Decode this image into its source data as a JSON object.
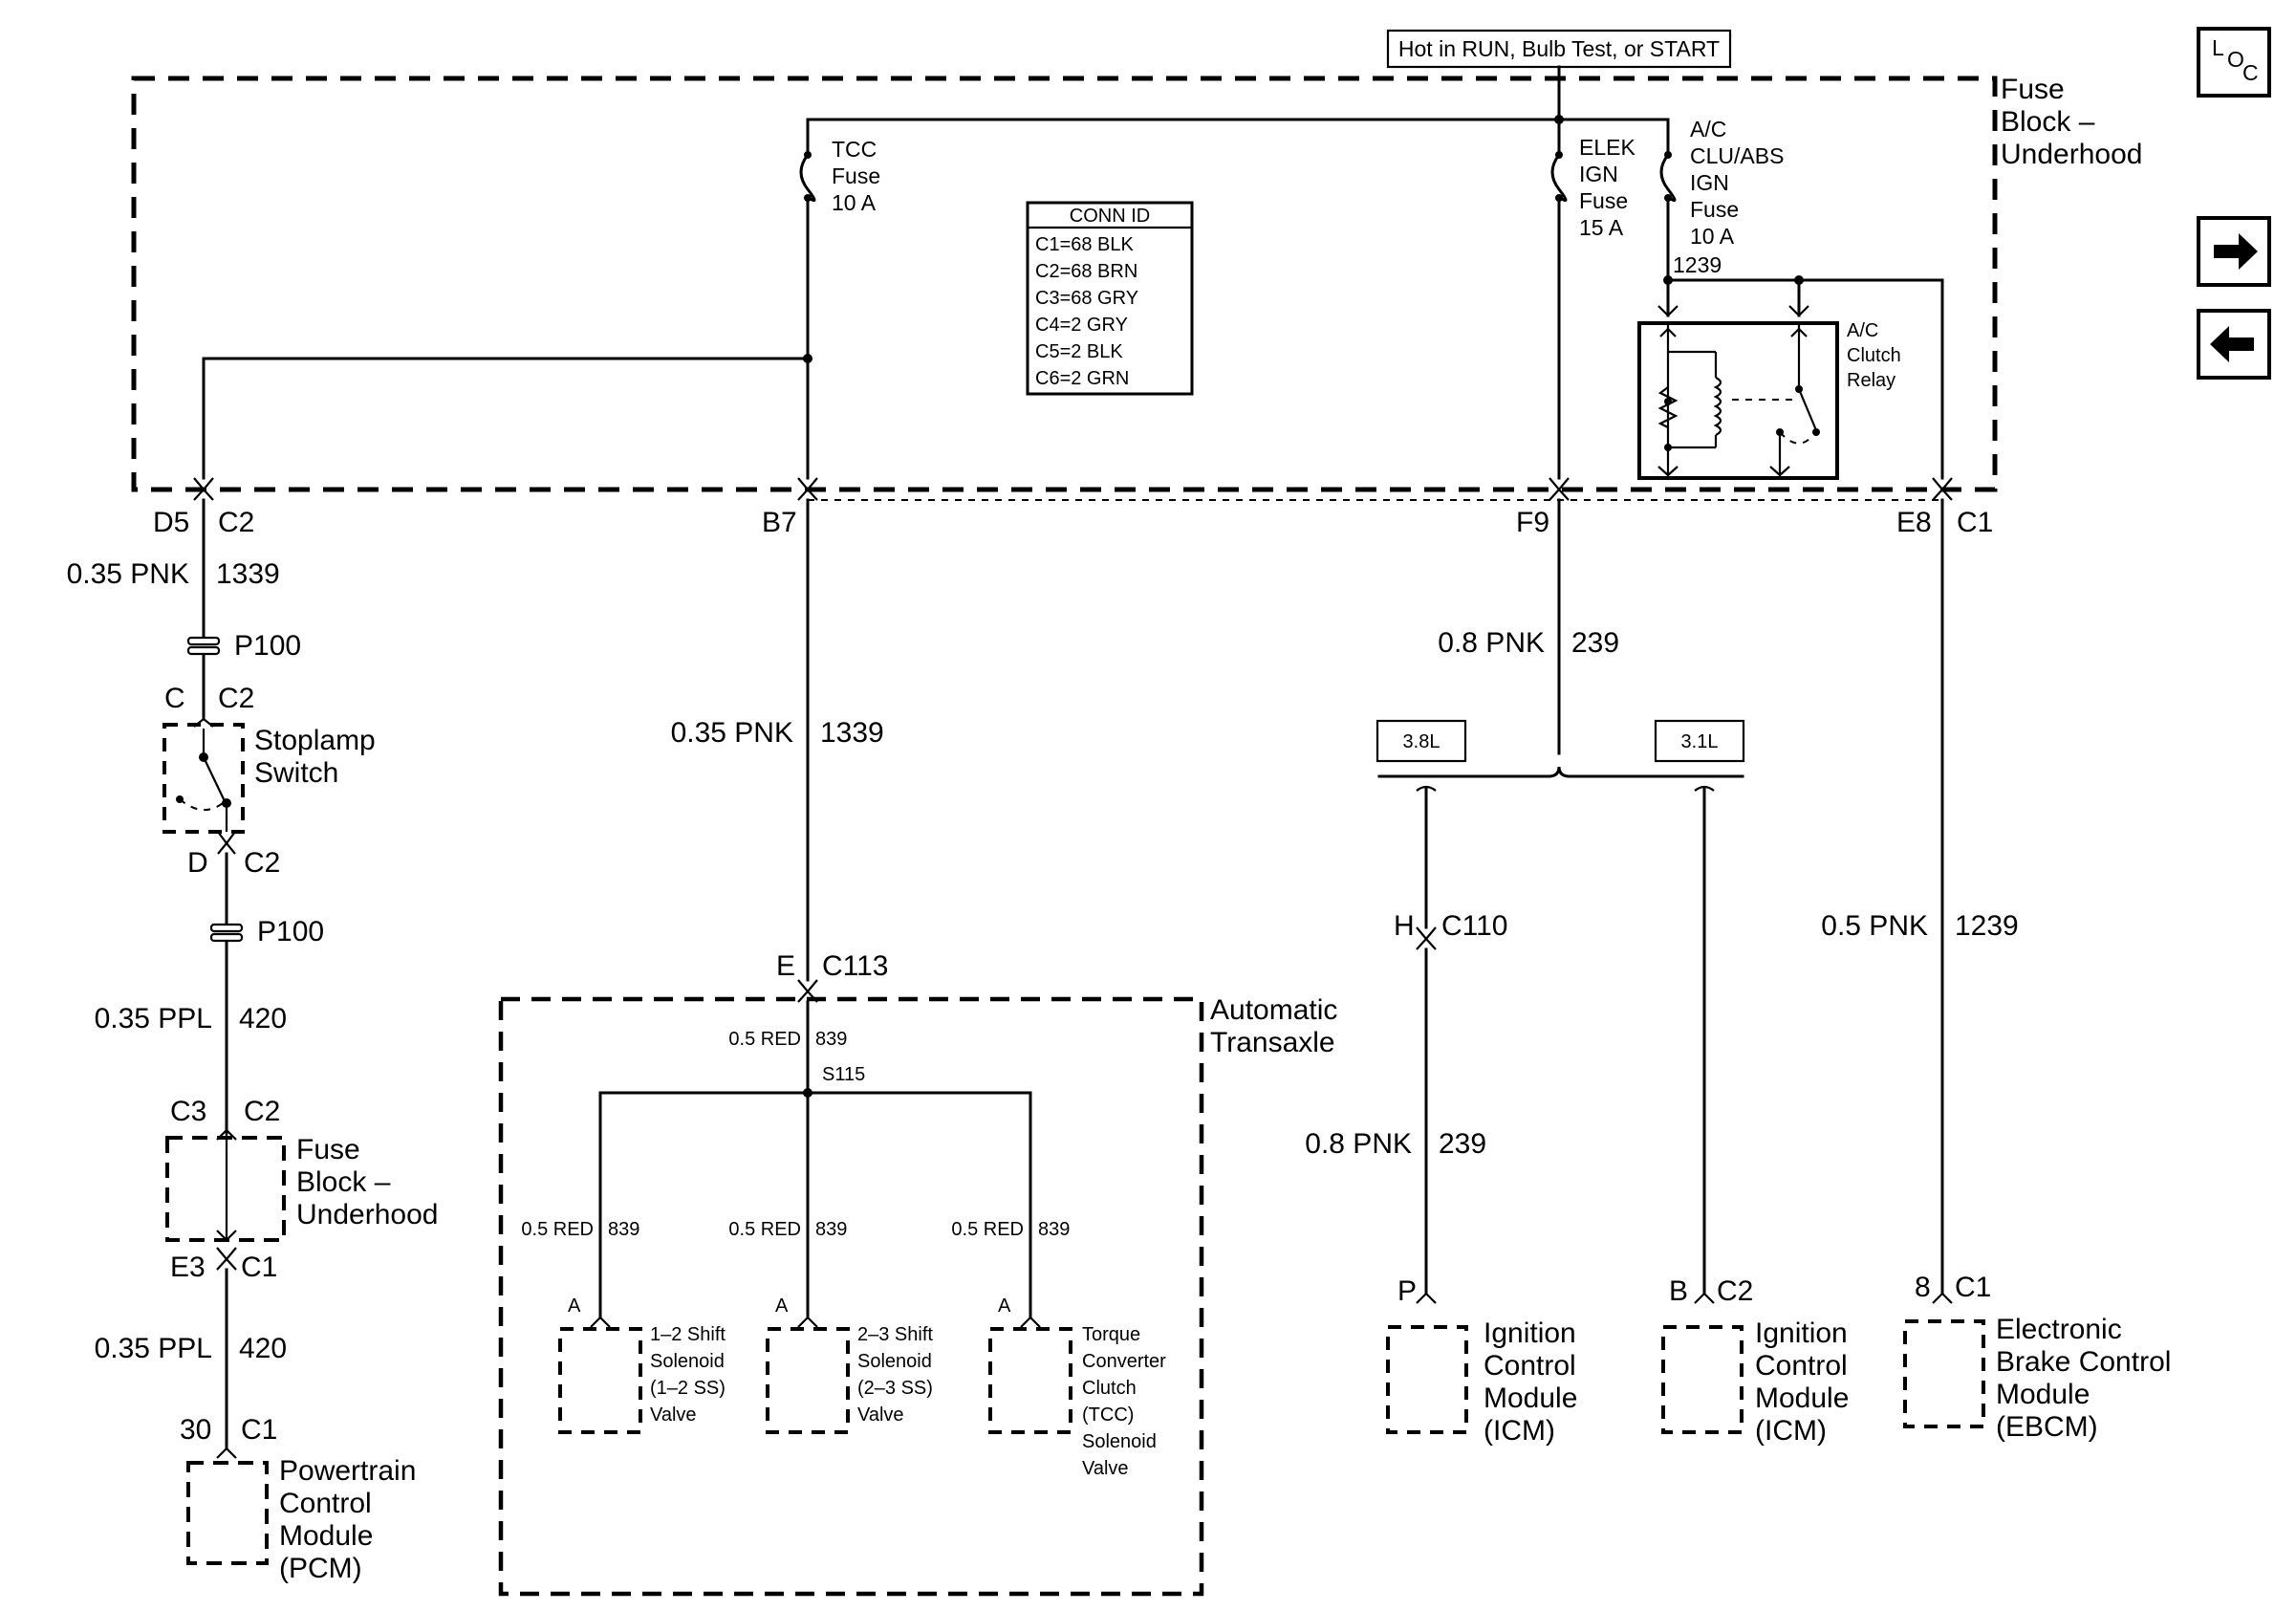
{
  "power_source": "Hot in RUN, Bulb Test, or START",
  "fuse_block_top": {
    "line1": "Fuse",
    "line2": "Block –",
    "line3": "Underhood"
  },
  "nav": {
    "loc_l": "L",
    "loc_o": "O",
    "loc_c": "C",
    "next_icon": "arrow-right-icon",
    "prev_icon": "arrow-left-icon"
  },
  "fuses": {
    "tcc": {
      "line1": "TCC",
      "line2": "Fuse",
      "line3": "10 A"
    },
    "elek": {
      "line1": "ELEK",
      "line2": "IGN",
      "line3": "Fuse",
      "line4": "15 A"
    },
    "ac": {
      "line1": "A/C",
      "line2": "CLU/ABS",
      "line3": "IGN",
      "line4": "Fuse",
      "line5": "10 A",
      "circuit": "1239"
    }
  },
  "relay": {
    "line1": "A/C",
    "line2": "Clutch",
    "line3": "Relay"
  },
  "conn_id": {
    "title": "CONN ID",
    "rows": [
      "C1=68 BLK",
      "C2=68 BRN",
      "C3=68 GRY",
      "C4=2 GRY",
      "C5=2 BLK",
      "C6=2 GRN"
    ]
  },
  "pins_top": {
    "d5": "D5",
    "c2a": "C2",
    "b7": "B7",
    "f9": "F9",
    "e8": "E8",
    "c1a": "C1"
  },
  "left_branch": {
    "wire1_size": "0.35 PNK",
    "wire1_circuit": "1339",
    "p100_a": "P100",
    "switch_pin_top": "C",
    "switch_conn_top": "C2",
    "switch_label1": "Stoplamp",
    "switch_label2": "Switch",
    "switch_pin_bot": "D",
    "switch_conn_bot": "C2",
    "p100_b": "P100",
    "wire2_size": "0.35 PPL",
    "wire2_circuit": "420",
    "fb_pin_top": "C3",
    "fb_conn_top": "C2",
    "fb_label1": "Fuse",
    "fb_label2": "Block –",
    "fb_label3": "Underhood",
    "fb_pin_bot": "E3",
    "fb_conn_bot": "C1",
    "wire3_size": "0.35 PPL",
    "wire3_circuit": "420",
    "pcm_pin": "30",
    "pcm_conn": "C1",
    "pcm_label1": "Powertrain",
    "pcm_label2": "Control",
    "pcm_label3": "Module",
    "pcm_label4": "(PCM)"
  },
  "center_branch": {
    "wire_size": "0.35 PNK",
    "wire_circuit": "1339",
    "conn_pin": "E",
    "conn_id": "C113",
    "transaxle1": "Automatic",
    "transaxle2": "Transaxle",
    "main_size": "0.5 RED",
    "main_circuit": "839",
    "splice": "S115",
    "branches": [
      {
        "size": "0.5 RED",
        "circuit": "839",
        "pin": "A",
        "l1": "1–2 Shift",
        "l2": "Solenoid",
        "l3": "(1–2 SS)",
        "l4": "Valve",
        "l5": ""
      },
      {
        "size": "0.5 RED",
        "circuit": "839",
        "pin": "A",
        "l1": "2–3 Shift",
        "l2": "Solenoid",
        "l3": "(2–3 SS)",
        "l4": "Valve",
        "l5": ""
      },
      {
        "size": "0.5 RED",
        "circuit": "839",
        "pin": "A",
        "l1": "Torque",
        "l2": "Converter",
        "l3": "Clutch",
        "l4": "(TCC)",
        "l5": "Solenoid",
        "l6": "Valve"
      }
    ]
  },
  "right_branch": {
    "wire_size": "0.8 PNK",
    "wire_circuit": "239",
    "engine_a": "3.8L",
    "engine_b": "3.1L",
    "icm1_pin": "H",
    "icm1_conn": "C110",
    "icm1_wire_size": "0.8 PNK",
    "icm1_wire_circuit": "239",
    "icm1_term": "P",
    "icm1_l1": "Ignition",
    "icm1_l2": "Control",
    "icm1_l3": "Module",
    "icm1_l4": "(ICM)",
    "icm2_pin": "B",
    "icm2_conn": "C2",
    "icm2_l1": "Ignition",
    "icm2_l2": "Control",
    "icm2_l3": "Module",
    "icm2_l4": "(ICM)"
  },
  "far_right_branch": {
    "wire_size": "0.5 PNK",
    "wire_circuit": "1239",
    "pin": "8",
    "conn": "C1",
    "l1": "Electronic",
    "l2": "Brake Control",
    "l3": "Module",
    "l4": "(EBCM)"
  }
}
